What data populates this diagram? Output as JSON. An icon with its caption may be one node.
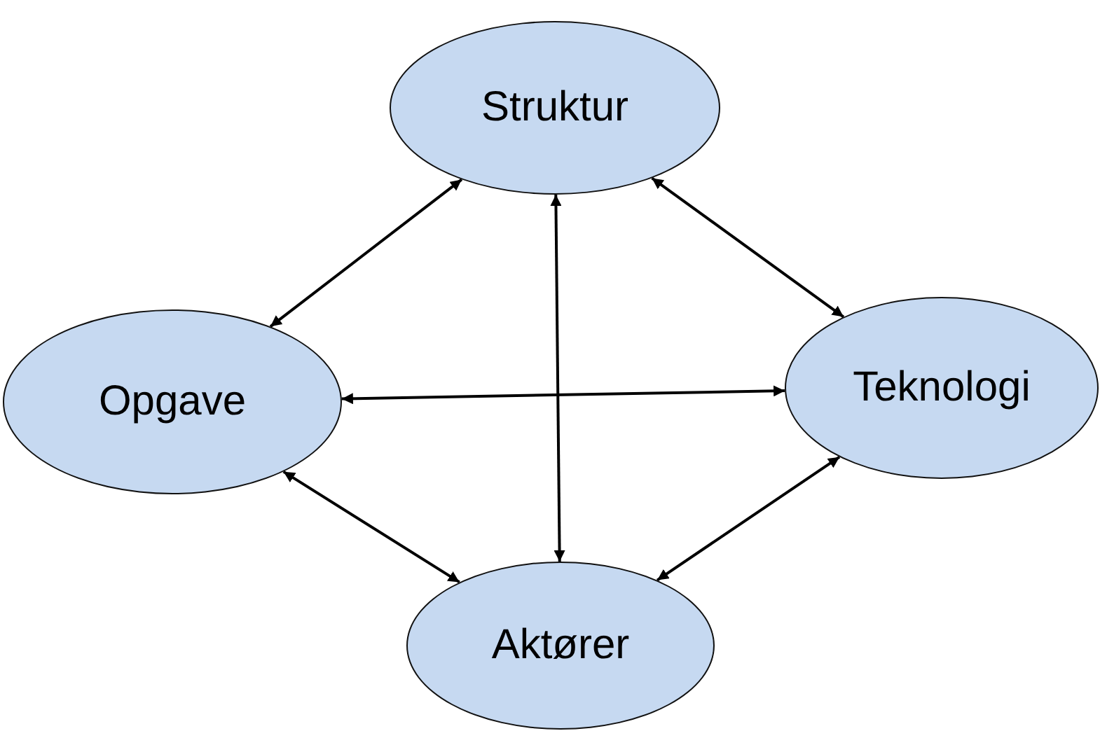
{
  "diagram": {
    "nodes": [
      {
        "text": [
          "Struktur"
        ]
      },
      {
        "text": [
          "Opgave"
        ]
      },
      {
        "text": [
          "Teknologi"
        ]
      },
      {
        "text": [
          "Aktører"
        ]
      }
    ],
    "edges": [
      {
        "from": 0,
        "to": 1,
        "arrow": "both"
      },
      {
        "from": 0,
        "to": 2,
        "arrow": "both"
      },
      {
        "from": 0,
        "to": 3,
        "arrow": "both"
      },
      {
        "from": 1,
        "to": 2,
        "arrow": "both"
      },
      {
        "from": 1,
        "to": 3,
        "arrow": "both"
      },
      {
        "from": 2,
        "to": 3,
        "arrow": "both"
      }
    ]
  }
}
